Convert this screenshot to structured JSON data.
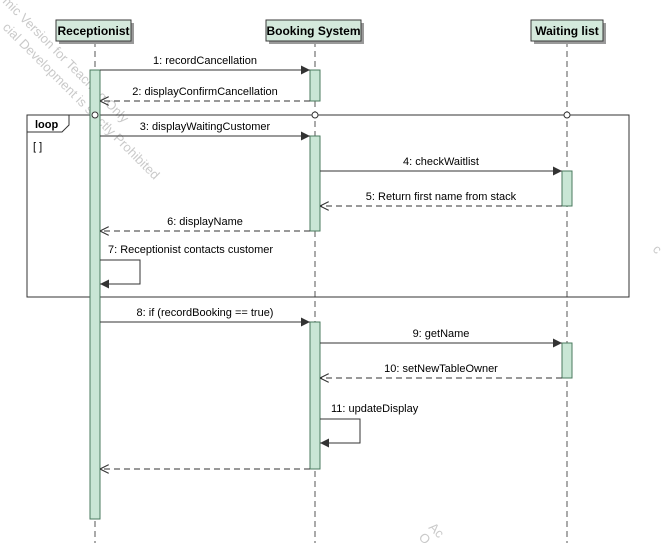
{
  "lifelines": [
    {
      "id": "rec",
      "label": "Receptionist"
    },
    {
      "id": "bs",
      "label": "Booking System"
    },
    {
      "id": "wl",
      "label": "Waiting list"
    }
  ],
  "frame": {
    "tag": "loop",
    "guard": "[ ]"
  },
  "messages": [
    {
      "label": "1: recordCancellation"
    },
    {
      "label": "2: displayConfirmCancellation"
    },
    {
      "label": "3: displayWaitingCustomer"
    },
    {
      "label": "4: checkWaitlist"
    },
    {
      "label": "5: Return first name from stack"
    },
    {
      "label": "6: displayName"
    },
    {
      "label": "7: Receptionist contacts customer"
    },
    {
      "label": "8: if (recordBooking == true)"
    },
    {
      "label": "9: getName"
    },
    {
      "label": "10: setNewTableOwner"
    },
    {
      "label": "11: updateDisplay"
    }
  ],
  "watermark": {
    "line1": "mic Version for Teaching Only",
    "line2": "cial Development is strictly Prohibited",
    "fragment1": "Ac",
    "fragment2": "O",
    "fragment3": "c"
  }
}
